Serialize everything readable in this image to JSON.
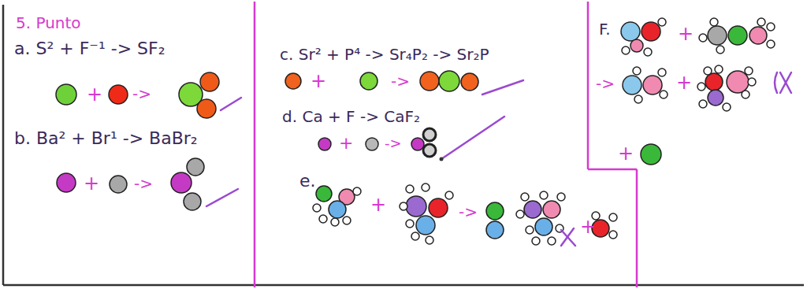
{
  "diagram": {
    "title": "5. Punto",
    "labels": [
      "a. S² + F⁻¹ -> SF₂",
      "+",
      "->",
      "b. Ba² + Br¹ -> BaBr₂",
      "+",
      "->",
      "c. Sr² + P⁴ -> Sr₄P₂ -> Sr₂P",
      "+",
      "->",
      "d. Ca + F -> CaF₂",
      "+",
      "->",
      "e.",
      "+",
      "->",
      "+",
      "F.",
      "+",
      "->",
      "+",
      "+"
    ]
  }
}
